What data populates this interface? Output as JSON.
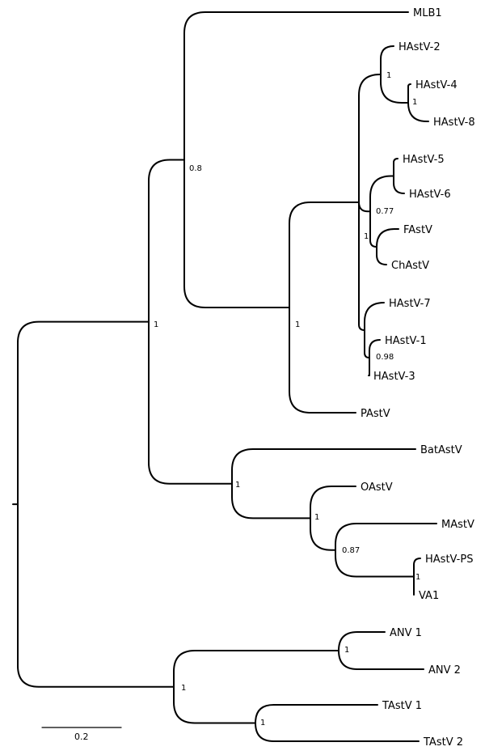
{
  "colors": {
    "line": "#000000",
    "background": "#ffffff"
  },
  "scale_bar": {
    "label": "0.2",
    "length": 0.2
  },
  "taxa": [
    {
      "id": "mlb1",
      "label": "MLB1"
    },
    {
      "id": "hastv-2",
      "label": "HAstV-2"
    },
    {
      "id": "hastv-4",
      "label": "HAstV-4"
    },
    {
      "id": "hastv-8",
      "label": "HAstV-8"
    },
    {
      "id": "hastv-5",
      "label": "HAstV-5"
    },
    {
      "id": "hastv-6",
      "label": "HAstV-6"
    },
    {
      "id": "fastv",
      "label": "FAstV"
    },
    {
      "id": "chastv",
      "label": "ChAstV"
    },
    {
      "id": "hastv-7",
      "label": "HAstV-7"
    },
    {
      "id": "hastv-1",
      "label": "HAstV-1"
    },
    {
      "id": "hastv-3",
      "label": "HAstV-3"
    },
    {
      "id": "pastv",
      "label": "PAstV"
    },
    {
      "id": "batastv",
      "label": "BatAstV"
    },
    {
      "id": "oastv",
      "label": "OAstV"
    },
    {
      "id": "mastv",
      "label": "MAstV"
    },
    {
      "id": "hastv-ps",
      "label": "HAstV-PS"
    },
    {
      "id": "va1",
      "label": "VA1"
    },
    {
      "id": "anv-1",
      "label": "ANV 1"
    },
    {
      "id": "anv-2",
      "label": "ANV 2"
    },
    {
      "id": "tastv-1",
      "label": "TAstV 1"
    },
    {
      "id": "tastv-2",
      "label": "TAstV 2"
    }
  ],
  "support": [
    {
      "id": "mammalian",
      "value": "1"
    },
    {
      "id": "mlb1-human",
      "value": "0.8"
    },
    {
      "id": "human-porcine",
      "value": "1"
    },
    {
      "id": "human-core",
      "value": "1"
    },
    {
      "id": "hastv-2-4-8",
      "value": "1"
    },
    {
      "id": "hastv-4-8",
      "value": "1"
    },
    {
      "id": "hastv-5-6-f-ch",
      "value": "0.77"
    },
    {
      "id": "hastv-1-3",
      "value": "0.98"
    },
    {
      "id": "bat-group",
      "value": "1"
    },
    {
      "id": "ovine-group",
      "value": "1"
    },
    {
      "id": "mink-group",
      "value": "0.87"
    },
    {
      "id": "hastv-ps-va1",
      "value": "1"
    },
    {
      "id": "avian",
      "value": "1"
    },
    {
      "id": "anv",
      "value": "1"
    },
    {
      "id": "tastv",
      "value": "1"
    }
  ]
}
